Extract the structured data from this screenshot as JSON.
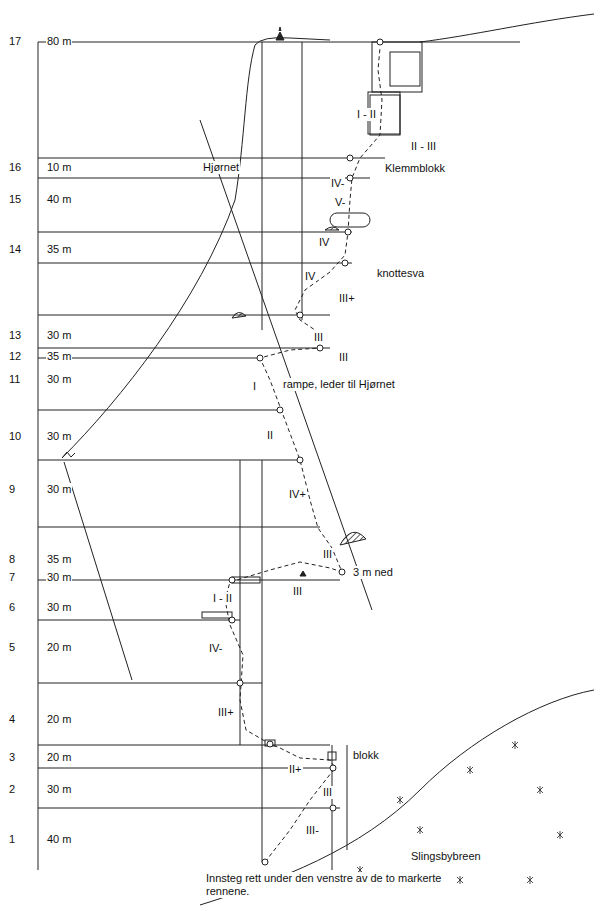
{
  "diagram": {
    "labels": [
      "17",
      "80 m",
      "16",
      "10 m",
      "15",
      "40 m",
      "14",
      "35 m",
      "13",
      "30 m",
      "12",
      "35 m",
      "11",
      "30 m",
      "10",
      "30 m",
      "9",
      "30 m",
      "8",
      "35 m",
      "7",
      "30 m",
      "6",
      "30 m",
      "5",
      "20 m",
      "4",
      "20 m",
      "3",
      "20 m",
      "2",
      "30 m",
      "1",
      "40 m",
      "Hjørnet",
      "I - II",
      "II - III",
      "Klemmblokk",
      "IV-",
      "V-",
      "IV",
      "knottesva",
      "IV",
      "III+",
      "III",
      "III",
      "I",
      "rampe, leder til Hjørnet",
      "II",
      "IV+",
      "III",
      "III",
      "3 m ned",
      "I - II",
      "IV-",
      "III+",
      "II+",
      "blokk",
      "III",
      "III-",
      "Slingsbybreen",
      "Innsteg rett under den venstre av de to markerte rennene."
    ]
  }
}
